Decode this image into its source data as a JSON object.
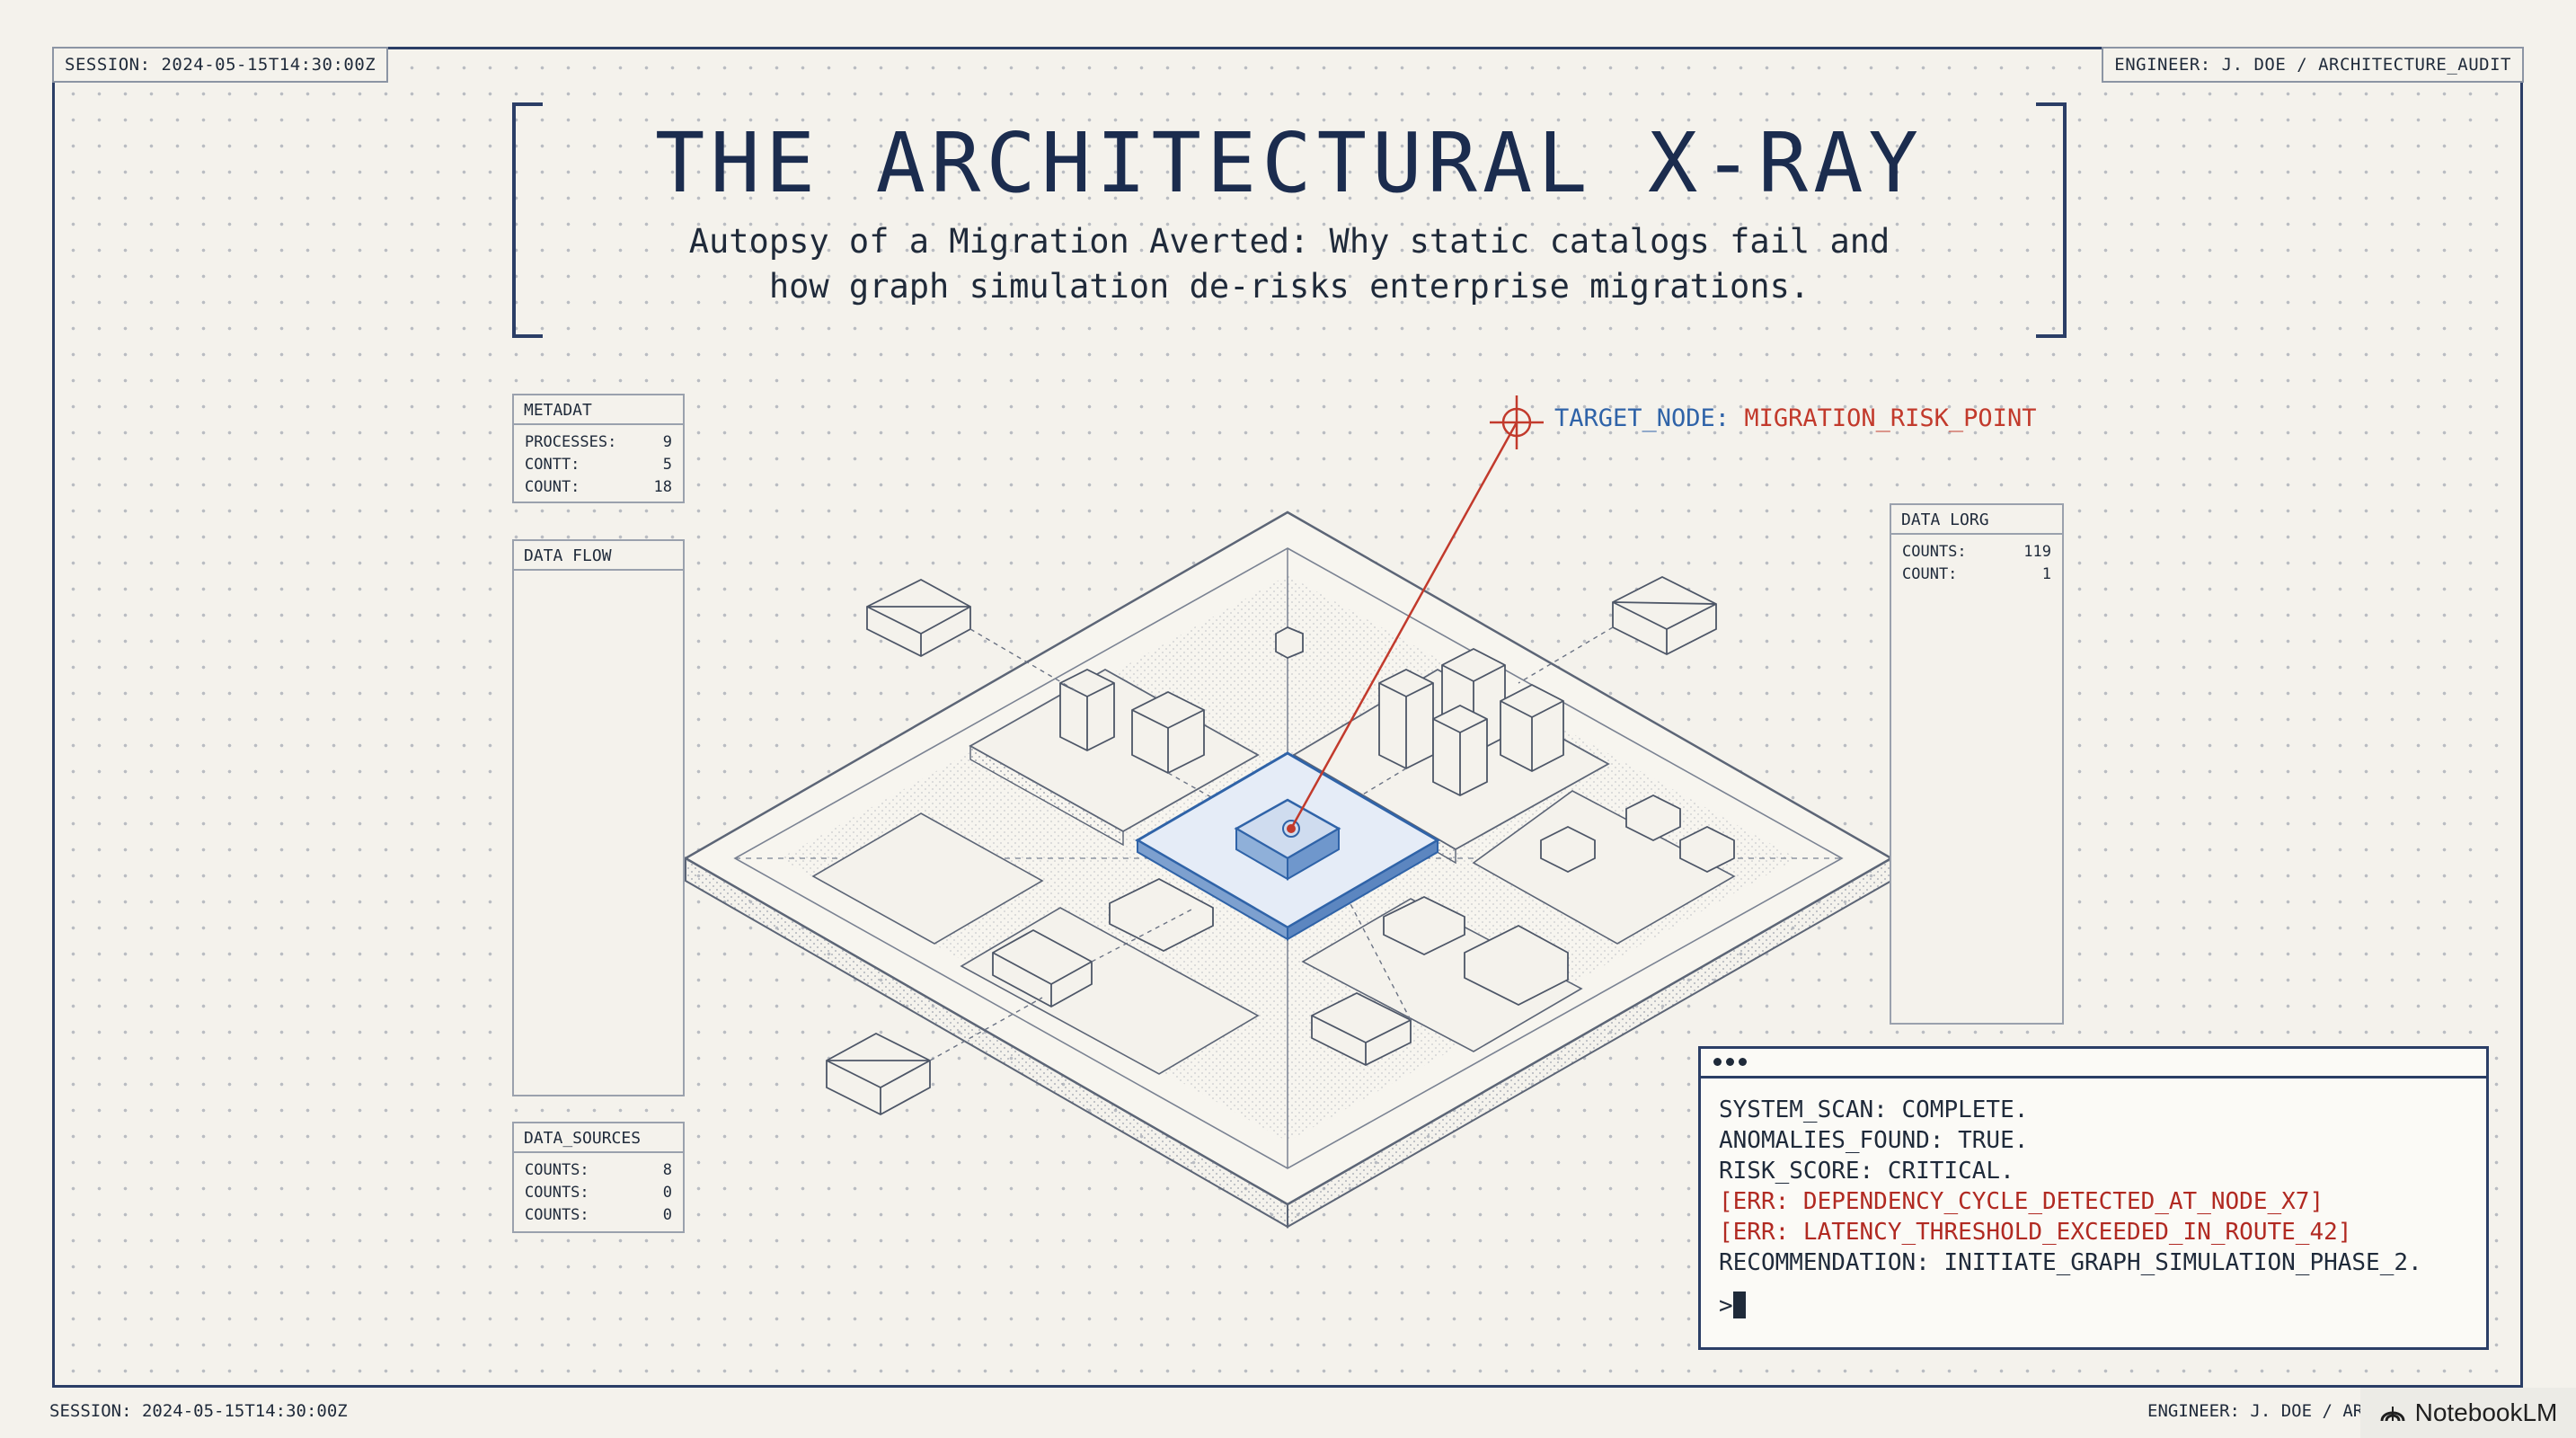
{
  "header": {
    "session_top": "SESSION: 2024-05-15T14:30:00Z",
    "engineer_top": "ENGINEER: J. DOE / ARCHITECTURE_AUDIT",
    "title": "THE ARCHITECTURAL X-RAY",
    "subtitle_line1": "Autopsy of a Migration Averted: Why static catalogs fail and",
    "subtitle_line2": "how graph simulation de-risks enterprise migrations."
  },
  "panels": {
    "metadat": {
      "title": "METADAT",
      "rows": [
        {
          "label": "PROCESSES:",
          "value": "9"
        },
        {
          "label": "CONTT:",
          "value": "5"
        },
        {
          "label": "COUNT:",
          "value": "18"
        }
      ]
    },
    "data_flow": {
      "title": "DATA FLOW"
    },
    "data_sources": {
      "title": "DATA_SOURCES",
      "rows": [
        {
          "label": "COUNTS:",
          "value": "8"
        },
        {
          "label": "COUNTS:",
          "value": "0"
        },
        {
          "label": "COUNTS:",
          "value": "0"
        }
      ]
    },
    "data_lorg": {
      "title": "DATA LORG",
      "rows": [
        {
          "label": "COUNTS:",
          "value": "119"
        },
        {
          "label": "COUNT:",
          "value": "1"
        }
      ]
    }
  },
  "target": {
    "label": "TARGET_NODE:",
    "value": "MIGRATION_RISK_POINT"
  },
  "terminal": {
    "lines": [
      {
        "text": "SYSTEM_SCAN: COMPLETE.",
        "error": false
      },
      {
        "text": "ANOMALIES_FOUND: TRUE.",
        "error": false
      },
      {
        "text": "RISK_SCORE: CRITICAL.",
        "error": false
      },
      {
        "text": "[ERR: DEPENDENCY_CYCLE_DETECTED_AT_NODE_X7]",
        "error": true
      },
      {
        "text": "[ERR: LATENCY_THRESHOLD_EXCEEDED_IN_ROUTE_42]",
        "error": true
      },
      {
        "text": "RECOMMENDATION: INITIATE_GRAPH_SIMULATION_PHASE_2.",
        "error": false
      }
    ],
    "prompt": ">"
  },
  "footer": {
    "session": "SESSION: 2024-05-15T14:30:00Z",
    "engineer": "ENGINEER: J. DOE / AR",
    "brand": "NotebookLM"
  },
  "colors": {
    "navy": "#2b3e66",
    "accent_blue": "#2f63a8",
    "alert_red": "#c23a2c"
  }
}
